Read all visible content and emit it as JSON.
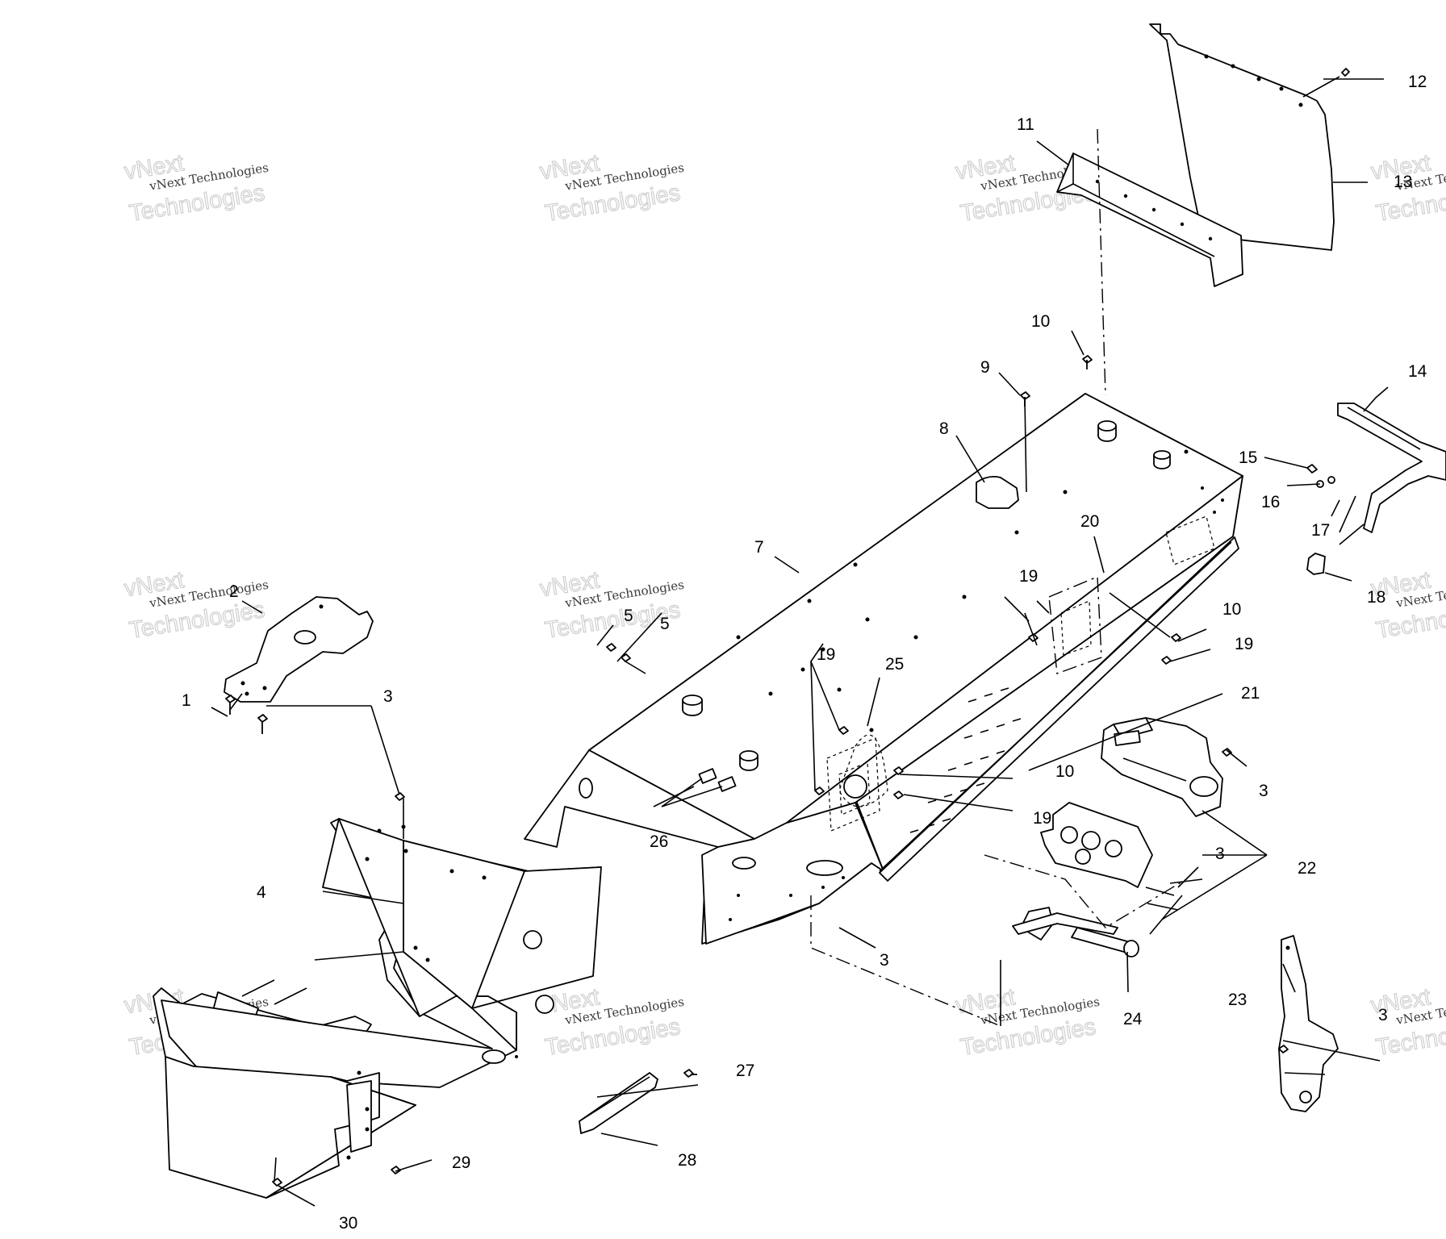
{
  "watermark": {
    "line1": "vNext Technologies",
    "line2": "vNext",
    "line3": "Technologies"
  },
  "callouts": [
    {
      "id": "c1",
      "text": "1"
    },
    {
      "id": "c2",
      "text": "2"
    },
    {
      "id": "c3a",
      "text": "3"
    },
    {
      "id": "c3b",
      "text": "3"
    },
    {
      "id": "c3c",
      "text": "3"
    },
    {
      "id": "c3d",
      "text": "3"
    },
    {
      "id": "c3e",
      "text": "3"
    },
    {
      "id": "c4",
      "text": "4"
    },
    {
      "id": "c5a",
      "text": "5"
    },
    {
      "id": "c5b",
      "text": "5"
    },
    {
      "id": "c7",
      "text": "7"
    },
    {
      "id": "c8",
      "text": "8"
    },
    {
      "id": "c9",
      "text": "9"
    },
    {
      "id": "c10a",
      "text": "10"
    },
    {
      "id": "c10b",
      "text": "10"
    },
    {
      "id": "c10c",
      "text": "10"
    },
    {
      "id": "c11",
      "text": "11"
    },
    {
      "id": "c12",
      "text": "12"
    },
    {
      "id": "c13",
      "text": "13"
    },
    {
      "id": "c14",
      "text": "14"
    },
    {
      "id": "c15",
      "text": "15"
    },
    {
      "id": "c16",
      "text": "16"
    },
    {
      "id": "c17",
      "text": "17"
    },
    {
      "id": "c18",
      "text": "18"
    },
    {
      "id": "c19a",
      "text": "19"
    },
    {
      "id": "c19b",
      "text": "19"
    },
    {
      "id": "c19c",
      "text": "19"
    },
    {
      "id": "c19d",
      "text": "19"
    },
    {
      "id": "c20",
      "text": "20"
    },
    {
      "id": "c21",
      "text": "21"
    },
    {
      "id": "c22",
      "text": "22"
    },
    {
      "id": "c23",
      "text": "23"
    },
    {
      "id": "c24",
      "text": "24"
    },
    {
      "id": "c25",
      "text": "25"
    },
    {
      "id": "c26",
      "text": "26"
    },
    {
      "id": "c27",
      "text": "27"
    },
    {
      "id": "c28",
      "text": "28"
    },
    {
      "id": "c29",
      "text": "29"
    },
    {
      "id": "c30",
      "text": "30"
    }
  ]
}
